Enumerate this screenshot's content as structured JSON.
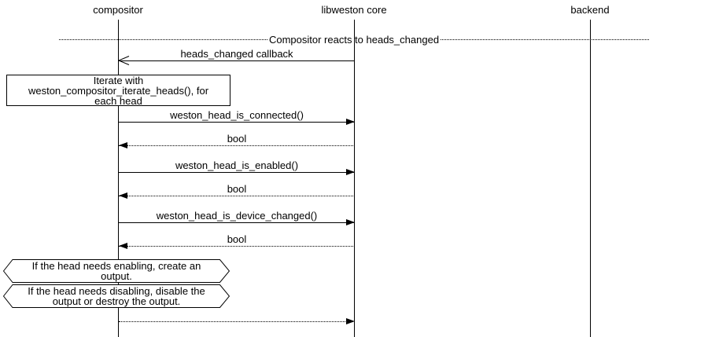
{
  "canvas": {
    "background_color": "#ffffff",
    "line_color": "#000000"
  },
  "actors": {
    "compositor": {
      "label": "compositor"
    },
    "libweston_core": {
      "label": "libweston core"
    },
    "backend": {
      "label": "backend"
    }
  },
  "divider": {
    "label": "Compositor reacts to heads_changed"
  },
  "messages": {
    "heads_changed_callback": {
      "label": "heads_changed callback",
      "from": "libweston core",
      "to": "compositor",
      "line": "solid",
      "arrowhead": "open",
      "direction": "left"
    },
    "is_connected": {
      "label": "weston_head_is_connected()",
      "from": "compositor",
      "to": "libweston core",
      "line": "solid",
      "arrowhead": "filled",
      "direction": "right"
    },
    "bool_1": {
      "label": "bool",
      "from": "libweston core",
      "to": "compositor",
      "line": "dotted",
      "arrowhead": "filled",
      "direction": "left"
    },
    "is_enabled": {
      "label": "weston_head_is_enabled()",
      "from": "compositor",
      "to": "libweston core",
      "line": "solid",
      "arrowhead": "filled",
      "direction": "right"
    },
    "bool_2": {
      "label": "bool",
      "from": "libweston core",
      "to": "compositor",
      "line": "dotted",
      "arrowhead": "filled",
      "direction": "left"
    },
    "is_device_changed": {
      "label": "weston_head_is_device_changed()",
      "from": "compositor",
      "to": "libweston core",
      "line": "solid",
      "arrowhead": "filled",
      "direction": "right"
    },
    "bool_3": {
      "label": "bool",
      "from": "libweston core",
      "to": "compositor",
      "line": "dotted",
      "arrowhead": "filled",
      "direction": "left"
    },
    "final_return": {
      "label": "",
      "from": "compositor",
      "to": "libweston core",
      "line": "dotted",
      "arrowhead": "filled",
      "direction": "right"
    }
  },
  "notes": {
    "iterate": {
      "lines": [
        "Iterate with",
        "weston_compositor_iterate_heads(), for",
        "each head"
      ]
    },
    "enable_condition": {
      "lines": [
        "If the head needs enabling, create an",
        "output."
      ]
    },
    "disable_condition": {
      "lines": [
        "If the head needs disabling, disable the",
        "output or destroy the output."
      ]
    }
  }
}
